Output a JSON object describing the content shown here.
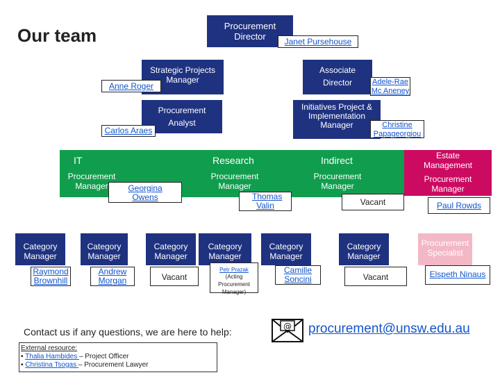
{
  "title": "Our team",
  "director": {
    "role": "Procurement Director",
    "name": "Janet Pursehouse"
  },
  "strategic": {
    "role": "Strategic Projects Manager",
    "name": "Anne Roger"
  },
  "associate": {
    "role": "Associate Director",
    "name": "Adele-Rae Mc Aneney"
  },
  "analyst": {
    "role": "Procurement Analyst",
    "name": "Carlos Araes"
  },
  "initiatives": {
    "role": "Initiatives Project & Implementation Manager",
    "name": "Christine Papageorgiou"
  },
  "it": {
    "title": "IT",
    "role": "Procurement Manager",
    "name": "Georgina Owens"
  },
  "research": {
    "title": "Research",
    "role": "Procurement Manager",
    "name": "Thomas Valin"
  },
  "indirect": {
    "title": "Indirect",
    "role": "Procurement Manager",
    "name": "Vacant"
  },
  "estate": {
    "title": "Estate Management",
    "role": "Procurement Manager",
    "name": "Paul Rowds"
  },
  "categories": [
    {
      "role": "Category Manager",
      "name": "Raymond Brownhill"
    },
    {
      "role": "Category Manager",
      "name": "Andrew Morgan"
    },
    {
      "role": "Category Manager",
      "name": "Vacant"
    },
    {
      "role": "Category Manager",
      "name": "Petr Prazak",
      "note": "(Acting Procurement Manager)"
    },
    {
      "role": "Category Manager",
      "name": "Camille Soncini"
    },
    {
      "role": "Category Manager",
      "name": "Vacant"
    },
    {
      "role": "Procurement Specialist",
      "name": "Elspeth Ninaus"
    }
  ],
  "contact": {
    "text": "Contact us if any questions, we are here to help:",
    "email": "procurement@unsw.edu.au",
    "icon": "envelope-icon"
  },
  "external": {
    "heading": "External resource:",
    "items": [
      {
        "name": "Thalia Hambides ",
        "role": "– Project Officer"
      },
      {
        "name": "Christina Tsogas ",
        "role": "– Procurement Lawyer"
      }
    ]
  },
  "colors": {
    "navy": "#1f3280",
    "green": "#109e4e",
    "magenta": "#cc0a62",
    "pink": "#f2b8c6",
    "link": "#1155cc"
  }
}
